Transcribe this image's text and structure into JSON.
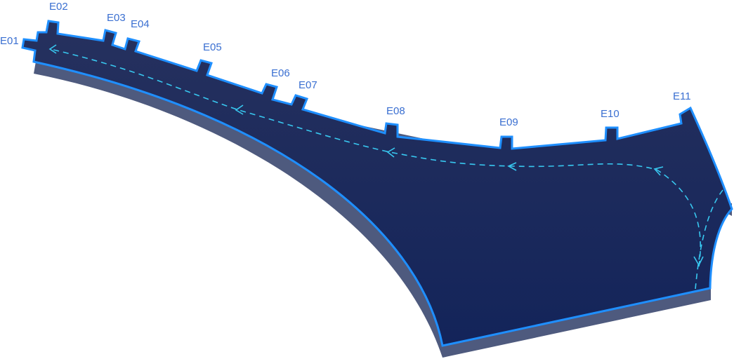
{
  "colors": {
    "shadow": "#4e5a7e",
    "area_top": "#26315e",
    "area_bottom": "#13245a",
    "outline": "#1f8fff",
    "flow_arrow": "#38c8f0",
    "label": "#3a6fd1"
  },
  "entrances": [
    {
      "label": "E01"
    },
    {
      "label": "E02"
    },
    {
      "label": "E03"
    },
    {
      "label": "E04"
    },
    {
      "label": "E05"
    },
    {
      "label": "E06"
    },
    {
      "label": "E07"
    },
    {
      "label": "E08"
    },
    {
      "label": "E09"
    },
    {
      "label": "E10"
    },
    {
      "label": "E11"
    }
  ],
  "flow_direction": "dashed arrows running from the lower right up and left toward E01"
}
